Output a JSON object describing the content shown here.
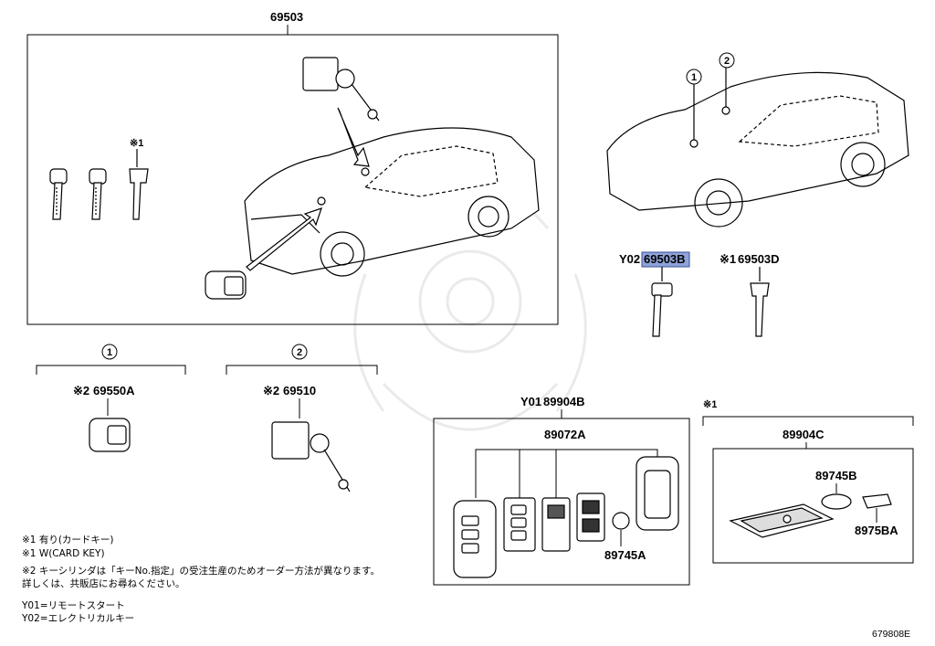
{
  "assemblies": {
    "main": "69503",
    "elec_key_label": "89904B",
    "elec_key_prefix": "Y01",
    "card_key_label": "89904C",
    "card_key_mark": "※1"
  },
  "callouts": {
    "one": "1",
    "two": "2"
  },
  "parts": {
    "key_69503B": {
      "prefix": "Y02",
      "number": "69503B"
    },
    "key_69503D": {
      "prefix": "※1",
      "number": "69503D"
    },
    "cyl_69550A": {
      "prefix": "※2",
      "number": "69550A"
    },
    "cyl_69510": {
      "prefix": "※2",
      "number": "69510"
    },
    "remote_89072A": "89072A",
    "battery_89745A": "89745A",
    "battery_89745B": "89745B",
    "plate_8975BA": "8975BA",
    "card_mark_left": "※1"
  },
  "notes": [
    "※1  有り(カードキー)",
    "※1  W(CARD KEY)",
    "※2  キーシリンダは「キーNo.指定」の受注生産のためオーダー方法が異なります。",
    "       詳しくは、共販店にお尋ねください。",
    "Y01=リモートスタート",
    "Y02=エレクトリカルキー"
  ],
  "figure_id": "679808E",
  "colors": {
    "highlight": "#8fa3d9",
    "line": "#000000"
  }
}
